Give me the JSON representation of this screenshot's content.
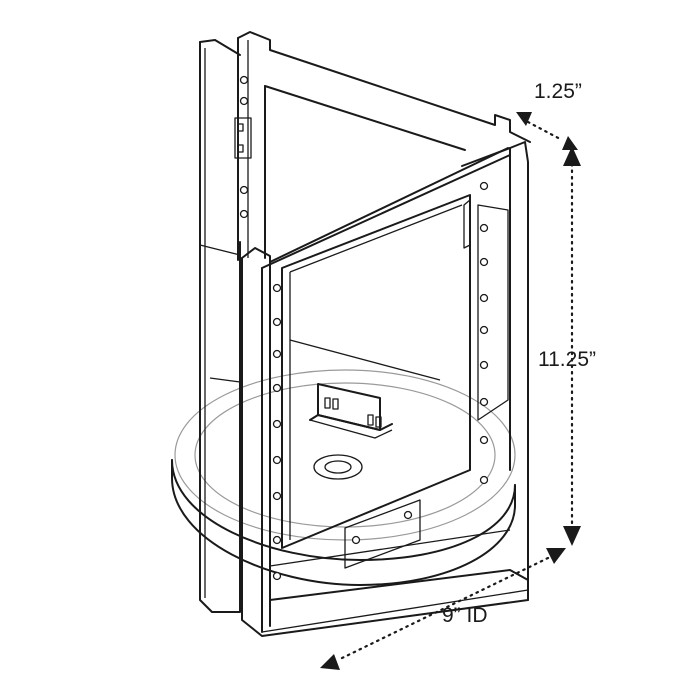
{
  "dimensions": {
    "depth": "1.25”",
    "height": "11.25”",
    "base": "9” ID"
  },
  "colors": {
    "line": "#1a1a1a",
    "faint": "#9a9a9a",
    "background": "#ffffff"
  }
}
